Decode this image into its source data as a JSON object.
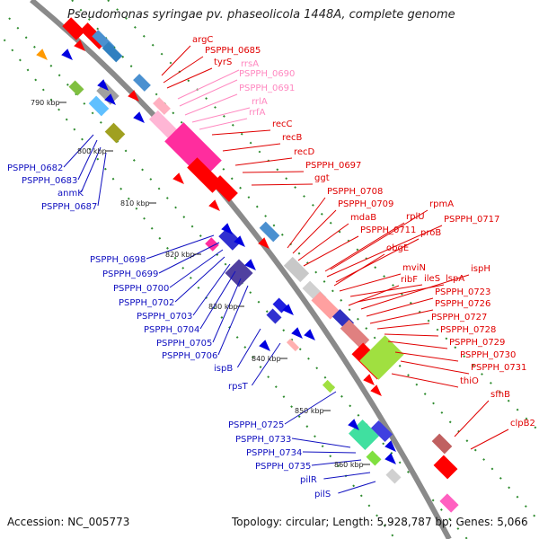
{
  "title": "Pseudomonas syringae pv. phaseolicola 1448A, complete genome",
  "footer": {
    "accession": "Accession: NC_005773",
    "summary": "Topology: circular; Length: 5,928,787 bp; Genes: 5,066"
  },
  "colors": {
    "backbone": "#8a8a8a",
    "dots": "#2e8b2e",
    "label_red": "#e00000",
    "label_pink": "#ff88c0",
    "label_blue": "#1010c0"
  },
  "kbp_marks": [
    {
      "text": "790 kbp"
    },
    {
      "text": "800 kbp"
    },
    {
      "text": "810 kbp"
    },
    {
      "text": "820 kbp"
    },
    {
      "text": "830 kbp"
    },
    {
      "text": "840 kbp"
    },
    {
      "text": "850 kbp"
    },
    {
      "text": "860 kbp"
    }
  ],
  "right_labels": [
    {
      "text": "argC",
      "color": "red"
    },
    {
      "text": "PSPPH_0685",
      "color": "red"
    },
    {
      "text": "tyrS",
      "color": "red"
    },
    {
      "text": "rrsA",
      "color": "pink"
    },
    {
      "text": "PSPPH_0690",
      "color": "pink"
    },
    {
      "text": "PSPPH_0691",
      "color": "pink"
    },
    {
      "text": "rrlA",
      "color": "pink"
    },
    {
      "text": "rrfA",
      "color": "pink"
    },
    {
      "text": "recC",
      "color": "red"
    },
    {
      "text": "recB",
      "color": "red"
    },
    {
      "text": "recD",
      "color": "red"
    },
    {
      "text": "PSPPH_0697",
      "color": "red"
    },
    {
      "text": "ggt",
      "color": "red"
    },
    {
      "text": "PSPPH_0708",
      "color": "red"
    },
    {
      "text": "PSPPH_0709",
      "color": "red"
    },
    {
      "text": "rpmA",
      "color": "red"
    },
    {
      "text": "mdaB",
      "color": "red"
    },
    {
      "text": "rplU",
      "color": "red"
    },
    {
      "text": "PSPPH_0717",
      "color": "red"
    },
    {
      "text": "PSPPH_0711",
      "color": "red"
    },
    {
      "text": "proB",
      "color": "red"
    },
    {
      "text": "obgE",
      "color": "red"
    },
    {
      "text": "mviN",
      "color": "red"
    },
    {
      "text": "ileS",
      "color": "red"
    },
    {
      "text": "lspA",
      "color": "red"
    },
    {
      "text": "ispH",
      "color": "red"
    },
    {
      "text": "ribF",
      "color": "red"
    },
    {
      "text": "PSPPH_0723",
      "color": "red"
    },
    {
      "text": "PSPPH_0726",
      "color": "red"
    },
    {
      "text": "PSPPH_0727",
      "color": "red"
    },
    {
      "text": "PSPPH_0728",
      "color": "red"
    },
    {
      "text": "PSPPH_0729",
      "color": "red"
    },
    {
      "text": "PSPPH_0730",
      "color": "red"
    },
    {
      "text": "PSPPH_0731",
      "color": "red"
    },
    {
      "text": "thiO",
      "color": "red"
    },
    {
      "text": "sfhB",
      "color": "red"
    },
    {
      "text": "clpB2",
      "color": "red"
    }
  ],
  "left_labels": [
    {
      "text": "PSPPH_0682"
    },
    {
      "text": "PSPPH_0683"
    },
    {
      "text": "anmK"
    },
    {
      "text": "PSPPH_0687"
    },
    {
      "text": "PSPPH_0698"
    },
    {
      "text": "PSPPH_0699"
    },
    {
      "text": "PSPPH_0700"
    },
    {
      "text": "PSPPH_0702"
    },
    {
      "text": "PSPPH_0703"
    },
    {
      "text": "PSPPH_0704"
    },
    {
      "text": "PSPPH_0705"
    },
    {
      "text": "PSPPH_0706"
    },
    {
      "text": "ispB"
    },
    {
      "text": "rpsT"
    },
    {
      "text": "PSPPH_0725"
    },
    {
      "text": "PSPPH_0733"
    },
    {
      "text": "PSPPH_0734"
    },
    {
      "text": "PSPPH_0735"
    },
    {
      "text": "pilR"
    },
    {
      "text": "pilS"
    }
  ]
}
